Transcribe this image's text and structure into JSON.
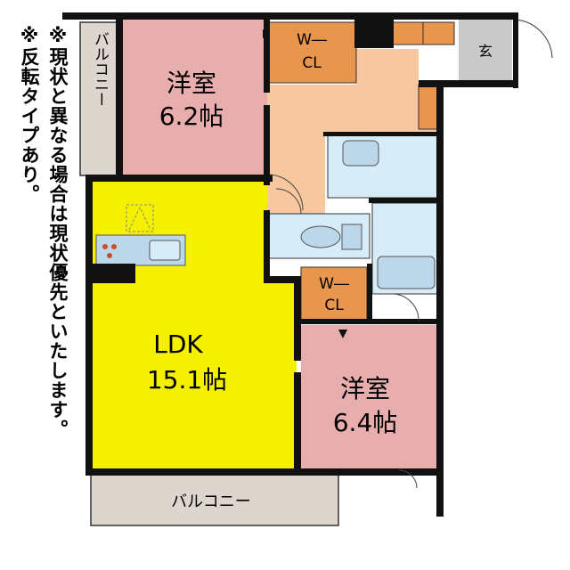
{
  "notes": {
    "line1": "※現状と異なる場合は現状優先といたします。",
    "line2": "※反転タイプあり。"
  },
  "rooms": {
    "western_top": {
      "name": "洋室",
      "size": "6.2帖"
    },
    "western_bottom": {
      "name": "洋室",
      "size": "6.4帖"
    },
    "ldk": {
      "name": "LDK",
      "size": "15.1帖"
    },
    "wcl_top": {
      "line1": "W―",
      "line2": "CL"
    },
    "wcl_mid": {
      "line1": "W―",
      "line2": "CL"
    },
    "entrance": {
      "name": "玄"
    },
    "balcony_left": {
      "name": "バルコニー"
    },
    "balcony_bottom": {
      "name": "バルコニー"
    }
  },
  "colors": {
    "western": "#e8adad",
    "ldk": "#f4f000",
    "closet": "#e8954d",
    "hall": "#f7c8a0",
    "water": "#d6ecf8",
    "balcony": "#ddd6cf",
    "entrance": "#c9c9c9",
    "wall": "#111111"
  }
}
